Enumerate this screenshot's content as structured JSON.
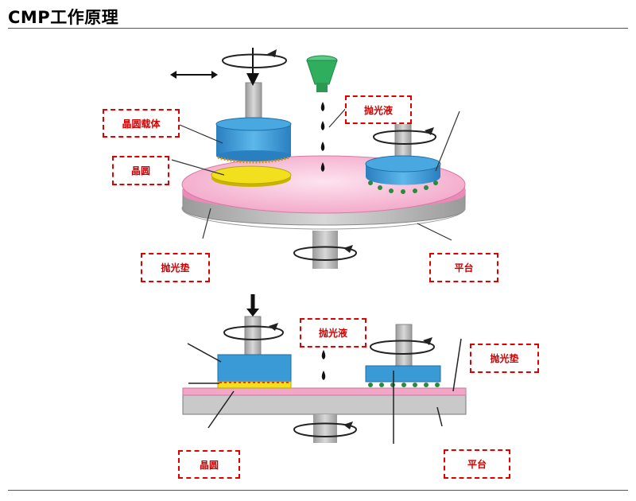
{
  "title": "CMP工作原理",
  "colors": {
    "label_border": "#e00000",
    "label_text": "#d00000",
    "carrier_blue": "#3a9ad6",
    "pad_pink": "#f2a6c8",
    "platen_gray": "#c9c9c9",
    "wafer_yellow": "#f2e01e",
    "nozzle_green": "#2fae5e"
  },
  "top_diagram": {
    "labels": {
      "wafer_carrier": "晶圆载体",
      "wafer": "晶圆",
      "slurry": "抛光液",
      "polishing_pad": "抛光垫",
      "platen": "平台"
    }
  },
  "bottom_diagram": {
    "labels": {
      "slurry": "抛光液",
      "polishing_pad": "抛光垫",
      "wafer": "晶圆",
      "platen": "平台"
    }
  }
}
